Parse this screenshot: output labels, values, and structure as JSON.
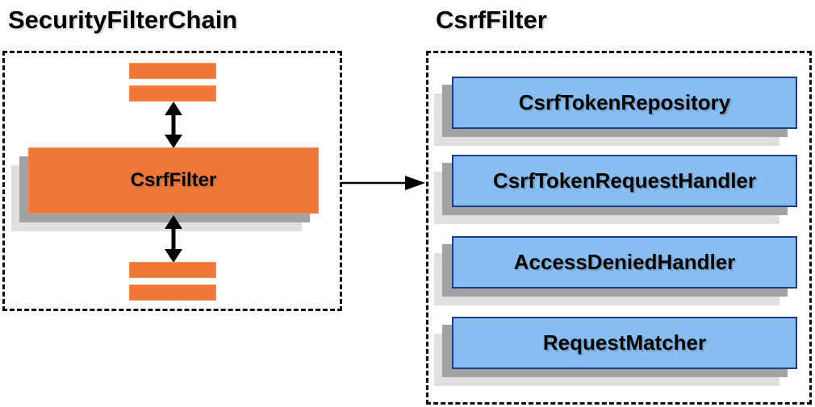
{
  "left_panel": {
    "title": "SecurityFilterChain",
    "csrf_filter_label": "CsrfFilter",
    "chain_bars_count": 4
  },
  "right_panel": {
    "title": "CsrfFilter",
    "components": [
      {
        "label": "CsrfTokenRepository"
      },
      {
        "label": "CsrfTokenRequestHandler"
      },
      {
        "label": "AccessDeniedHandler"
      },
      {
        "label": "RequestMatcher"
      }
    ]
  },
  "colors": {
    "filter_orange": "#F0763A",
    "component_blue": "#87BEF2",
    "component_border_blue": "#1E3A8A",
    "shadow_gray": "#A2A2A2",
    "shadow_light_gray": "#E0E0E0",
    "dashed_border": "#0D0D0D",
    "background": "#FFFFFF"
  }
}
